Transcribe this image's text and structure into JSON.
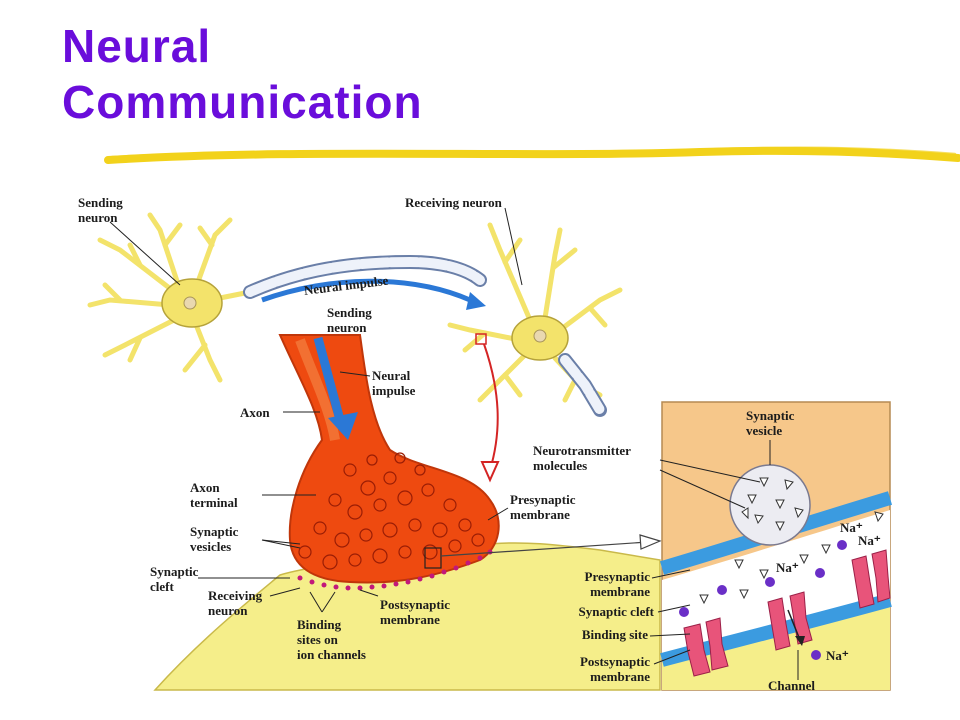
{
  "slide": {
    "title_line1": "Neural",
    "title_line2": "Communication"
  },
  "colors": {
    "title": "#6a0ddb",
    "underline": "#f2d21b",
    "neuron_body": "#f3e36b",
    "axon_terminal": "#ee4a10",
    "receiving_region": "#f5ee8a",
    "inset_background": "#f6c78a",
    "membrane": "#3b9be0",
    "channel": "#e8547a",
    "ion": "#6a2fc7",
    "arrow": "#2b78d6",
    "label_text": "#1c1c1c"
  },
  "labels": {
    "sending_neuron_top": [
      "Sending",
      "neuron"
    ],
    "receiving_neuron_top": "Receiving neuron",
    "neural_impulse_top": "Neural impulse",
    "sending_neuron_mid": [
      "Sending",
      "neuron"
    ],
    "neural_impulse_mid": [
      "Neural",
      "impulse"
    ],
    "axon": "Axon",
    "axon_terminal": [
      "Axon",
      "terminal"
    ],
    "synaptic_vesicles": [
      "Synaptic",
      "vesicles"
    ],
    "synaptic_cleft": [
      "Synaptic",
      "cleft"
    ],
    "receiving_neuron_bottom": [
      "Receiving",
      "neuron"
    ],
    "binding_sites": [
      "Binding",
      "sites on",
      "ion channels"
    ],
    "postsynaptic_membrane": [
      "Postsynaptic",
      "membrane"
    ],
    "presynaptic_membrane": [
      "Presynaptic",
      "membrane"
    ],
    "neurotransmitter_molecules": [
      "Neurotransmitter",
      "molecules"
    ]
  },
  "inset_labels": {
    "synaptic_vesicle": [
      "Synaptic",
      "vesicle"
    ],
    "presynaptic_membrane": [
      "Presynaptic",
      "membrane"
    ],
    "synaptic_cleft": "Synaptic cleft",
    "binding_site": "Binding site",
    "postsynaptic_membrane": [
      "Postsynaptic",
      "membrane"
    ],
    "channel": "Channel",
    "sodium_ion": "Na⁺"
  }
}
